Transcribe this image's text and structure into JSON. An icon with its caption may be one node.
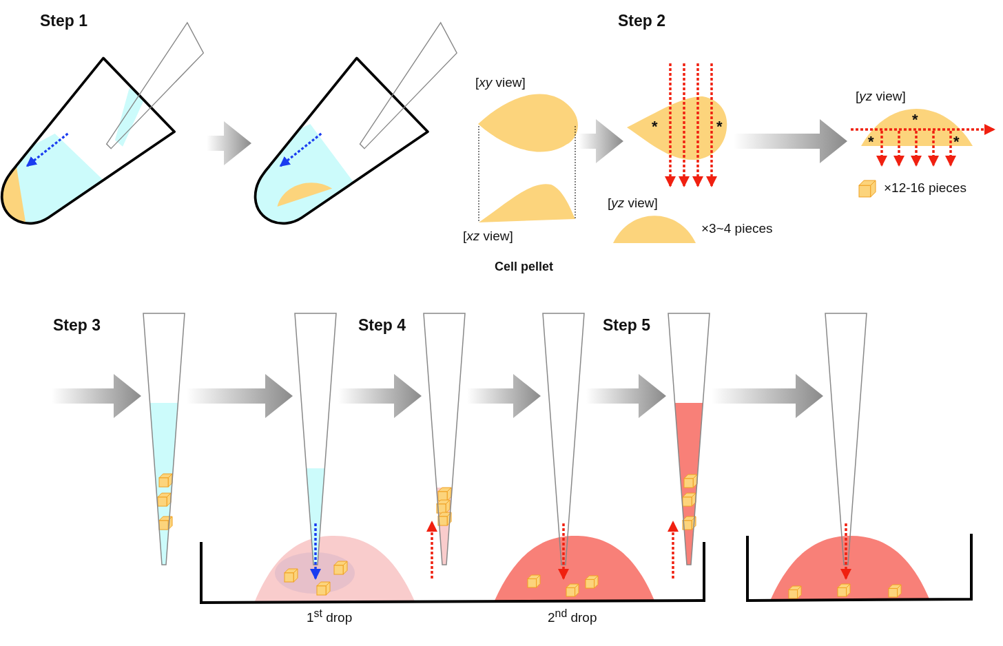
{
  "diagram": {
    "nodes": [
      {
        "text": [],
        "shape": "picture"
      },
      {
        "text": [],
        "shape": "picture"
      },
      {
        "text": [],
        "shape": "picture"
      },
      {
        "text": [],
        "shape": "picture"
      },
      {
        "text": [],
        "shape": "picture"
      },
      {
        "text": [],
        "shape": "picture"
      },
      {
        "text": [],
        "shape": "picture"
      },
      {
        "text": [],
        "shape": "picture"
      },
      {
        "text": [],
        "shape": "picture"
      },
      {
        "text": [],
        "shape": "picture"
      },
      {
        "text": [],
        "shape": "picture"
      }
    ],
    "edges": [
      {
        "from": 0,
        "to": 1,
        "arrow": "to"
      },
      {
        "from": 2,
        "to": 3,
        "arrow": "to"
      },
      {
        "from": 3,
        "to": 4,
        "arrow": "to"
      },
      {
        "from": null,
        "to": 5,
        "arrow": "to"
      },
      {
        "from": 5,
        "to": 6,
        "arrow": "to"
      },
      {
        "from": 6,
        "to": 7,
        "arrow": "to"
      },
      {
        "from": 7,
        "to": 8,
        "arrow": "to"
      },
      {
        "from": 8,
        "to": 9,
        "arrow": "to"
      },
      {
        "from": 9,
        "to": 10,
        "arrow": "to"
      }
    ],
    "labels": [
      "Step 1",
      "Step 2",
      "[*xy* view]",
      "[*yz* view]",
      "*",
      "*",
      "*",
      "*",
      "*",
      "×12-16 pieces",
      "[*yz* view]",
      "×3~4 pieces",
      "[*xz* view]",
      "Cell pellet",
      "Step 3",
      "Step 4",
      "Step 5",
      "1$^{st}$ drop",
      "2$^{nd}$ drop"
    ]
  }
}
